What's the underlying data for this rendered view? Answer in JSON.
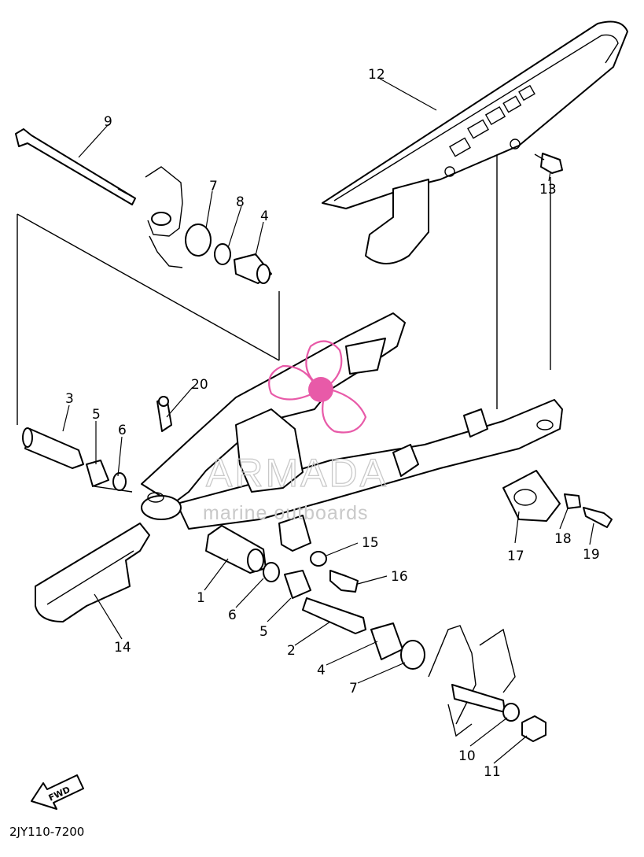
{
  "diagram_code": "2JY110-7200",
  "watermark": {
    "title": "ARMADA",
    "subtitle": "marine outboards",
    "color": "#e85aa8"
  },
  "fwd_label": "FWD",
  "callouts": [
    {
      "id": "c1",
      "text": "1"
    },
    {
      "id": "c2",
      "text": "2"
    },
    {
      "id": "c3",
      "text": "3"
    },
    {
      "id": "c4a",
      "text": "4"
    },
    {
      "id": "c4b",
      "text": "4"
    },
    {
      "id": "c5a",
      "text": "5"
    },
    {
      "id": "c5b",
      "text": "5"
    },
    {
      "id": "c6a",
      "text": "6"
    },
    {
      "id": "c6b",
      "text": "6"
    },
    {
      "id": "c7a",
      "text": "7"
    },
    {
      "id": "c7b",
      "text": "7"
    },
    {
      "id": "c8",
      "text": "8"
    },
    {
      "id": "c9",
      "text": "9"
    },
    {
      "id": "c10",
      "text": "10"
    },
    {
      "id": "c11",
      "text": "11"
    },
    {
      "id": "c12",
      "text": "12"
    },
    {
      "id": "c13",
      "text": "13"
    },
    {
      "id": "c14",
      "text": "14"
    },
    {
      "id": "c15",
      "text": "15"
    },
    {
      "id": "c16",
      "text": "16"
    },
    {
      "id": "c17",
      "text": "17"
    },
    {
      "id": "c18",
      "text": "18"
    },
    {
      "id": "c19",
      "text": "19"
    },
    {
      "id": "c20",
      "text": "20"
    }
  ]
}
